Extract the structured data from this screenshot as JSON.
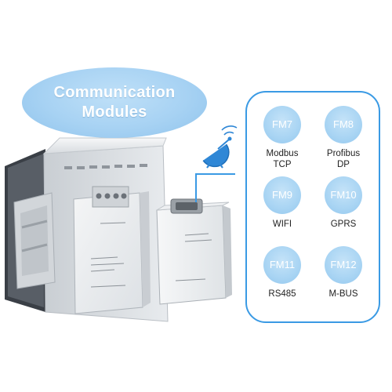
{
  "title": {
    "line1": "Communication",
    "line2": "Modules"
  },
  "modules": [
    {
      "code": "FM7",
      "label_lines": [
        "Modbus",
        "TCP"
      ]
    },
    {
      "code": "FM8",
      "label_lines": [
        "Profibus",
        "DP"
      ]
    },
    {
      "code": "FM9",
      "label_lines": [
        "WIFI"
      ]
    },
    {
      "code": "FM10",
      "label_lines": [
        "GPRS"
      ]
    },
    {
      "code": "FM11",
      "label_lines": [
        "RS485"
      ]
    },
    {
      "code": "FM12",
      "label_lines": [
        "M-BUS"
      ]
    }
  ],
  "colors": {
    "accent_blue": "#3a9ae4",
    "bubble_blue": "#a8d4f3",
    "device_white": "#e9ecef"
  },
  "icons": [
    "satellite-dish-icon"
  ]
}
